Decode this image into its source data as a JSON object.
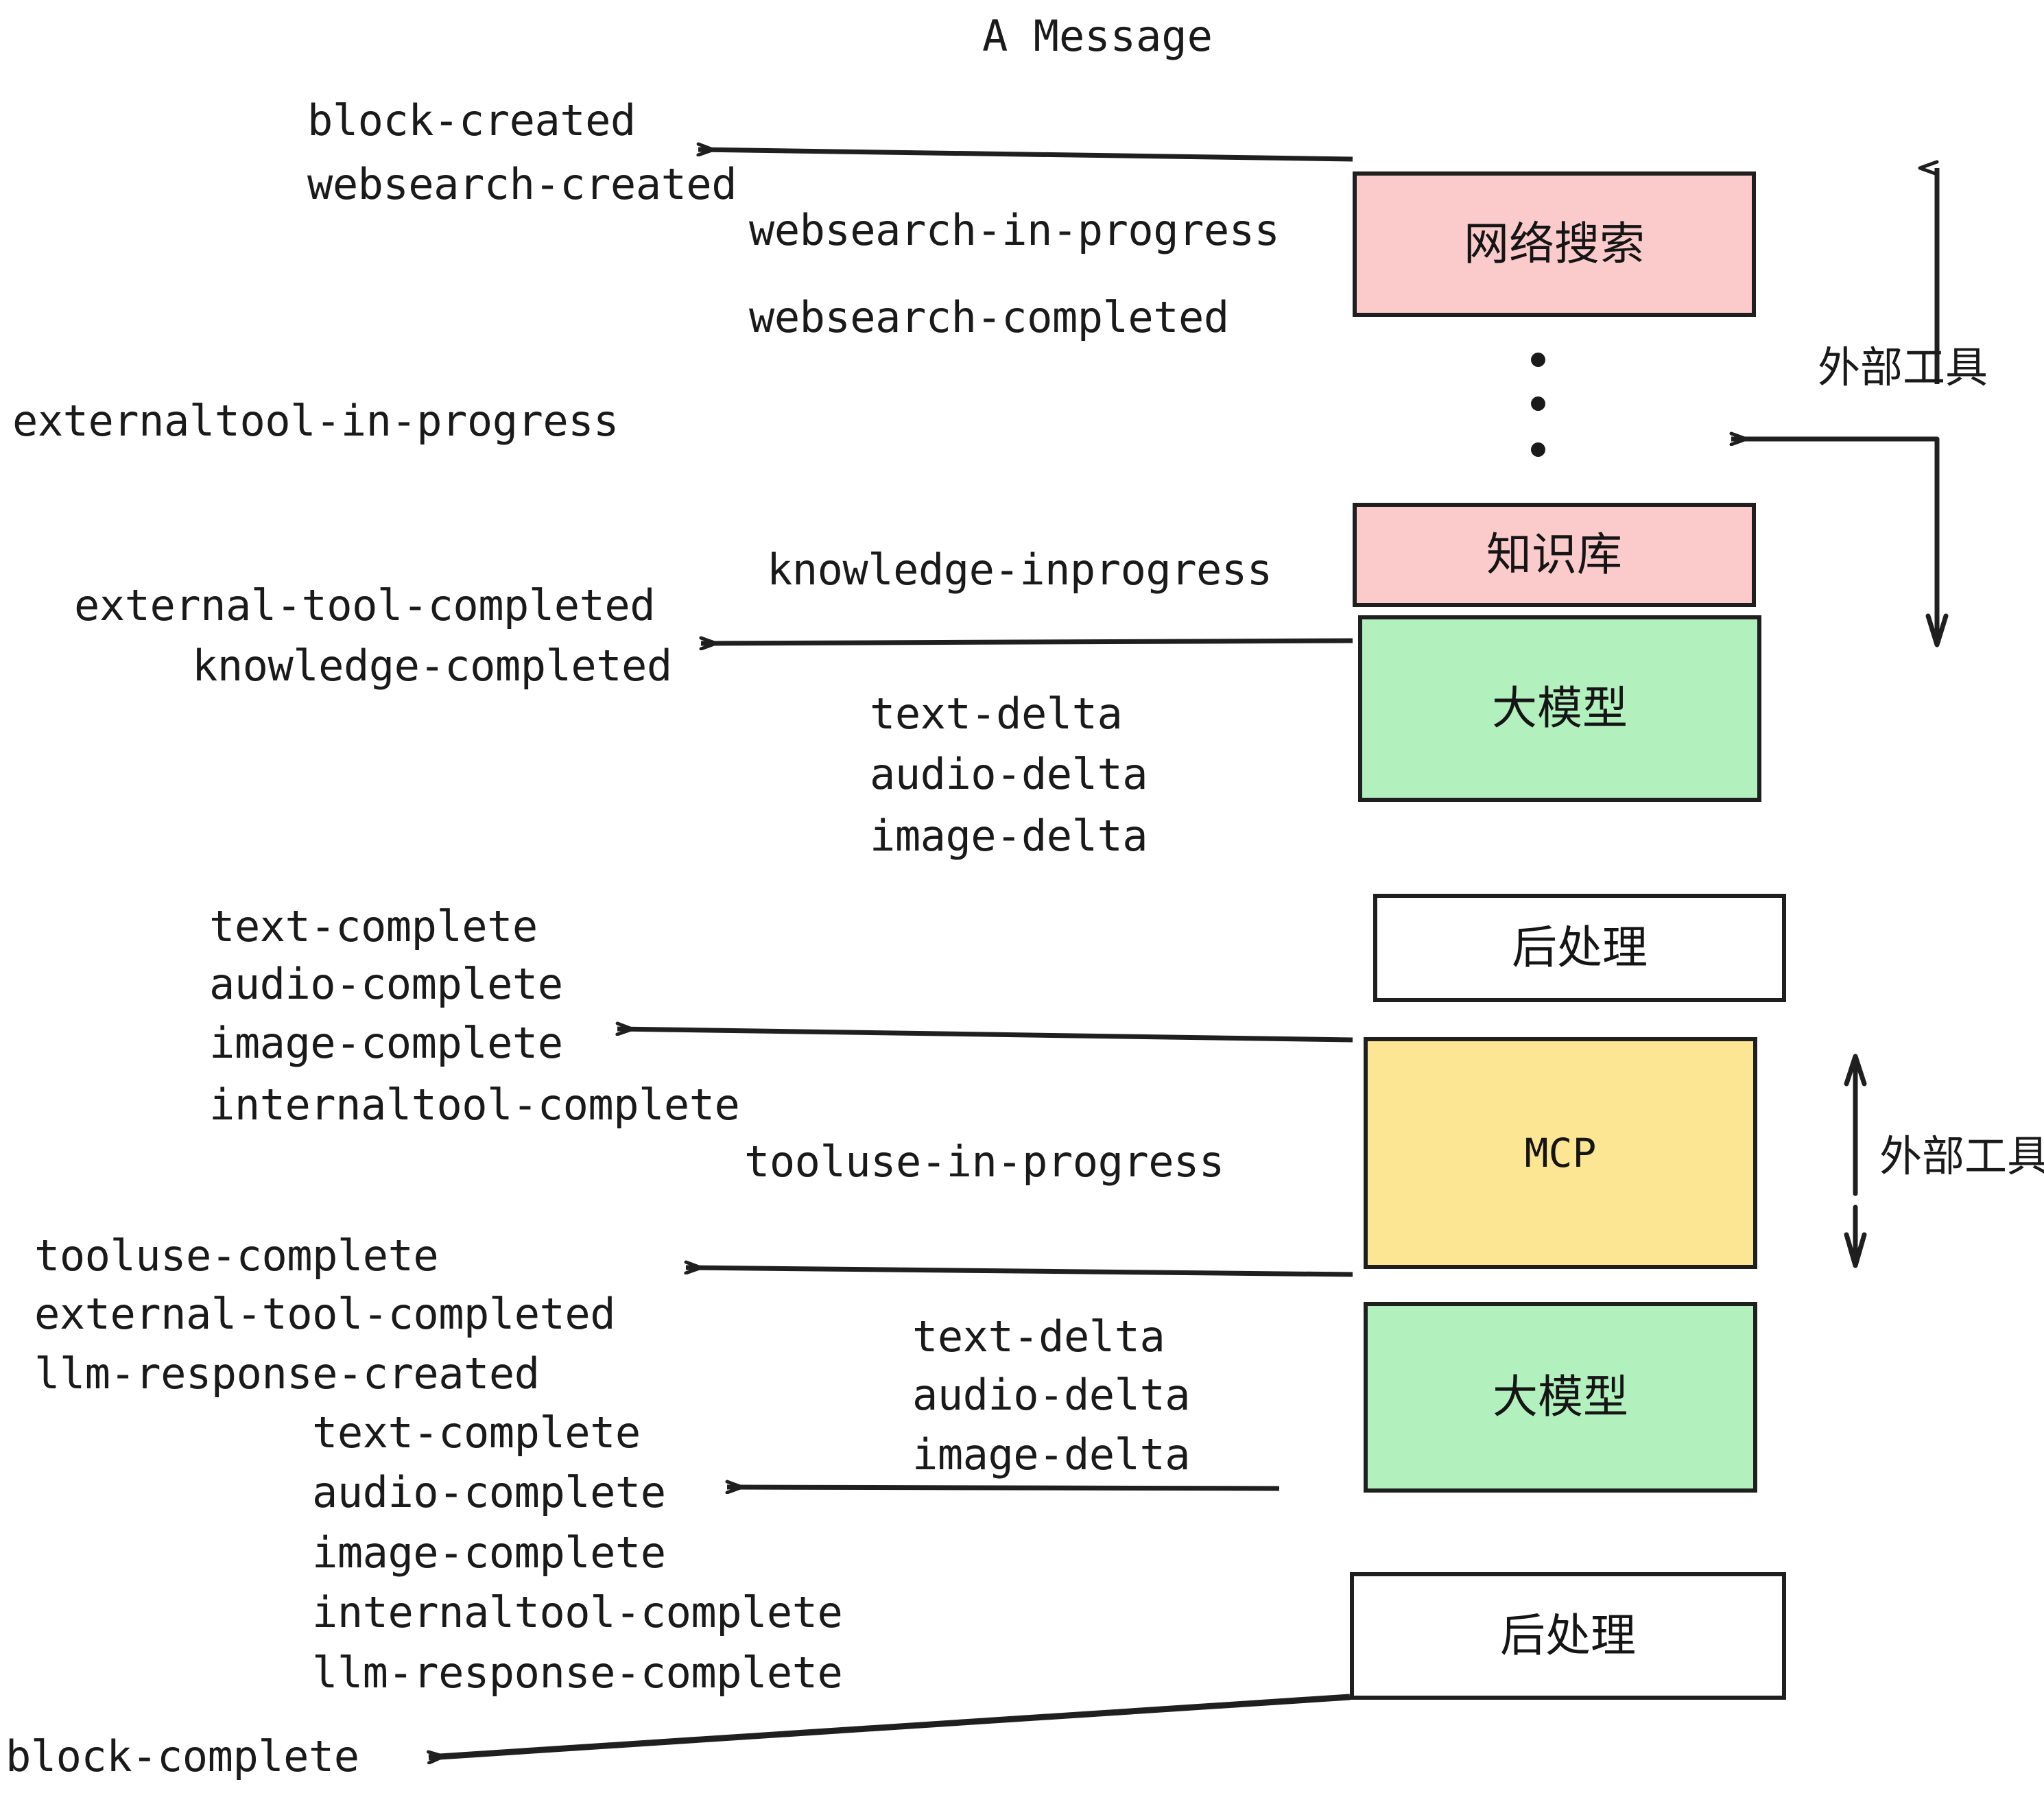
{
  "title": "A Message",
  "colors": {
    "pink": "#fbcbcb",
    "green": "#b2f0be",
    "yellow": "#fce694",
    "white": "#ffffff",
    "stroke": "#1f1f1f",
    "text": "#1a1a1a"
  },
  "nodes": [
    {
      "id": "websearch",
      "label": "网络搜索",
      "fill": "pink"
    },
    {
      "id": "knowledge",
      "label": "知识库",
      "fill": "pink"
    },
    {
      "id": "llm-1",
      "label": "大模型",
      "fill": "green"
    },
    {
      "id": "postprocess-1",
      "label": "后处理",
      "fill": "white"
    },
    {
      "id": "mcp",
      "label": "MCP",
      "fill": "yellow"
    },
    {
      "id": "llm-2",
      "label": "大模型",
      "fill": "green"
    },
    {
      "id": "postprocess-2",
      "label": "后处理",
      "fill": "white"
    }
  ],
  "side_labels": [
    {
      "id": "external-tool-top",
      "label": "外部工具"
    },
    {
      "id": "external-tool-bottom",
      "label": "外部工具"
    }
  ],
  "events": {
    "block_created": "block-created",
    "websearch_created": "websearch-created",
    "websearch_in_progress": "websearch-in-progress",
    "websearch_completed": "websearch-completed",
    "externaltool_in_progress": "externaltool-in-progress",
    "knowledge_inprogress": "knowledge-inprogress",
    "external_tool_completed_1": "external-tool-completed",
    "knowledge_completed": "knowledge-completed",
    "text_delta_1": "text-delta",
    "audio_delta_1": "audio-delta",
    "image_delta_1": "image-delta",
    "text_complete_1": "text-complete",
    "audio_complete_1": "audio-complete",
    "image_complete_1": "image-complete",
    "internaltool_complete_1": "internaltool-complete",
    "tooluse_in_progress": "tooluse-in-progress",
    "tooluse_complete": "tooluse-complete",
    "external_tool_completed_2": "external-tool-completed",
    "llm_response_created": "llm-response-created",
    "text_delta_2": "text-delta",
    "audio_delta_2": "audio-delta",
    "image_delta_2": "image-delta",
    "text_complete_2": "text-complete",
    "audio_complete_2": "audio-complete",
    "image_complete_2": "image-complete",
    "internaltool_complete_2": "internaltool-complete",
    "llm_response_complete": "llm-response-complete",
    "block_complete": "block-complete"
  },
  "ellipsis": {
    "id": "vertical-ellipsis",
    "count": 3
  }
}
